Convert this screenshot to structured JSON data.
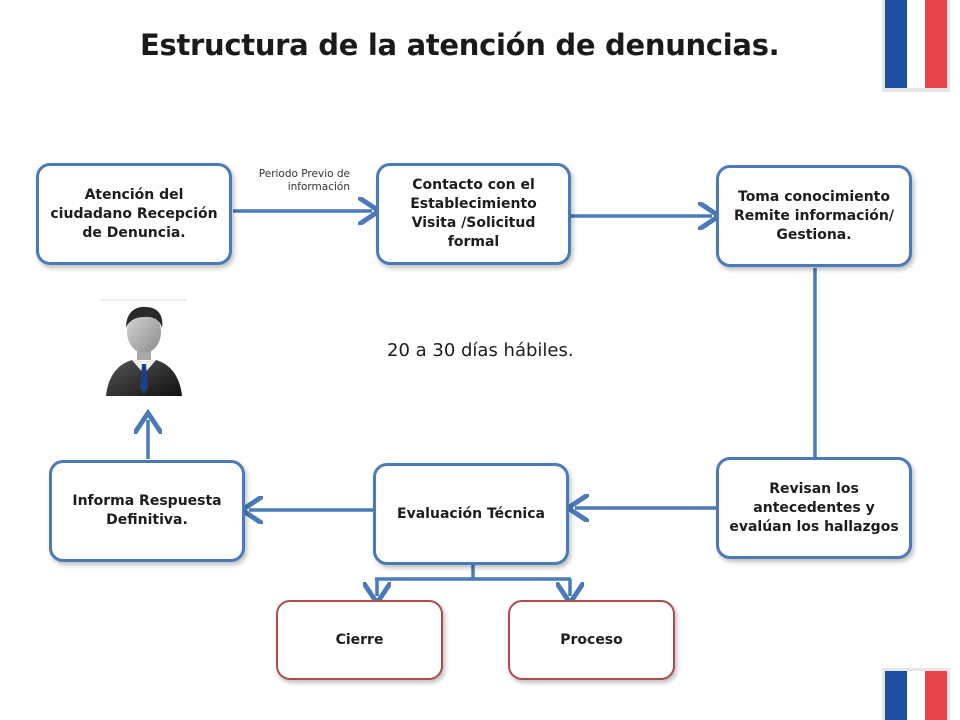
{
  "title": "Estructura de la atención de denuncias",
  "title_suffix": ".",
  "boxes": {
    "atencion": "Atención del ciudadano Recepción de Denuncia.",
    "contacto": "Contacto con el Establecimiento Visita /Solicitud formal",
    "toma": "Toma conocimiento Remite información/ Gestiona.",
    "revisan": "Revisan los antecedentes y evalúan los hallazgos",
    "evaluacion": "Evaluación Técnica",
    "informa": "Informa Respuesta Definitiva.",
    "cierre": "Cierre",
    "proceso": "Proceso"
  },
  "note": "Periodo Previo de información",
  "period": "20 a 30 días hábiles.",
  "colors": {
    "blue_border": "#4a7ab8",
    "red_border": "#b04a4a",
    "flag_blue": "#1f4fa0",
    "flag_red": "#e8434a"
  },
  "icons": [
    "citizen-avatar-icon",
    "chile-flag-icon"
  ]
}
